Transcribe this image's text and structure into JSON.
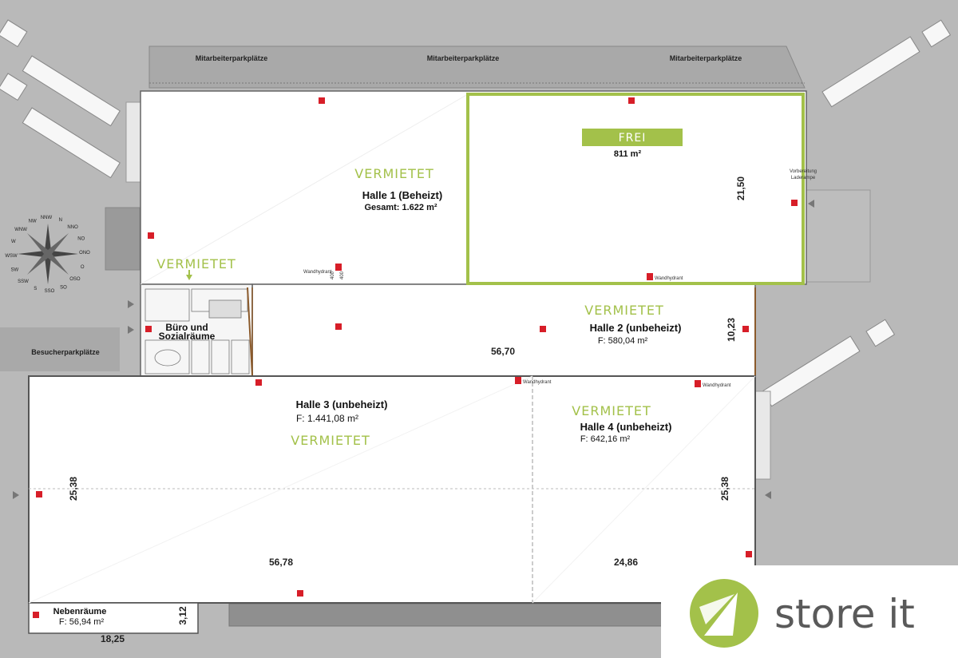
{
  "parking": {
    "staff": [
      "Mitarbeiterparkplätze",
      "Mitarbeiterparkplätze",
      "Mitarbeiterparkplätze"
    ],
    "visitors": "Besucherparkplätze"
  },
  "status": {
    "rented": "VERMIETET",
    "free": "FREI"
  },
  "halls": {
    "hall1": {
      "name": "Halle 1 (Beheizt)",
      "area": "Gesamt: 1.622 m²",
      "status": "VERMIETET"
    },
    "free_area": {
      "status": "FREI",
      "area": "811 m²",
      "height": "21,50"
    },
    "office": {
      "name_line1": "Büro und",
      "name_line2": "Sozialräume",
      "status": "VERMIETET"
    },
    "hall2": {
      "name": "Halle 2 (unbeheizt)",
      "area": "F: 580,04 m²",
      "status": "VERMIETET",
      "width": "56,70",
      "height": "10,23"
    },
    "hall3": {
      "name": "Halle 3 (unbeheizt)",
      "area": "F: 1.441,08 m²",
      "status": "VERMIETET",
      "width": "56,78",
      "height": "25,38"
    },
    "hall4": {
      "name": "Halle 4 (unbeheizt)",
      "area": "F: 642,16 m²",
      "status": "VERMIETET",
      "width": "24,86",
      "height": "25,38"
    },
    "side_rooms": {
      "name": "Nebenräume",
      "area": "F: 56,94 m²",
      "width": "18,25",
      "height": "3,12"
    }
  },
  "annotations": {
    "hydrant": "Wandhydrant",
    "loading_ramp_line1": "Vorbereitung",
    "loading_ramp_line2": "Laderampe",
    "power_a": "400",
    "power_b": "400"
  },
  "compass": [
    "N",
    "NNO",
    "NO",
    "ONO",
    "O",
    "OSO",
    "SO",
    "SSO",
    "S",
    "SSW",
    "SW",
    "WSW",
    "W",
    "WNW",
    "NW",
    "NNW"
  ],
  "brand": {
    "name": "store it",
    "accent": "#a3c14a",
    "text_color": "#5a5a5a"
  },
  "colors": {
    "free_outline": "#a3c14a",
    "hydrant": "#d71e28"
  }
}
